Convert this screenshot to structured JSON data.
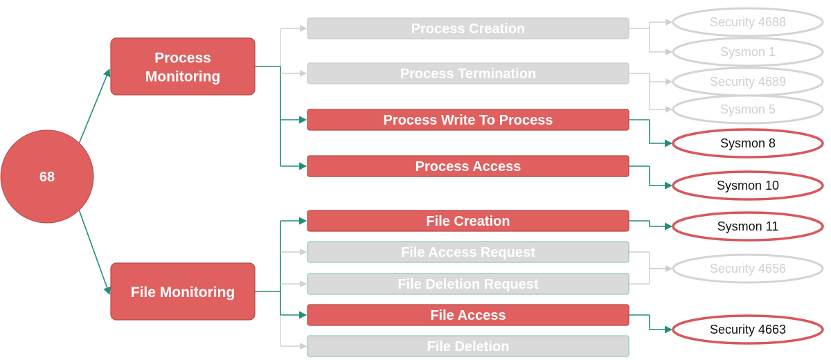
{
  "root": {
    "label": "68"
  },
  "categories": [
    {
      "id": "process",
      "label_lines": [
        "Process",
        "Monitoring"
      ],
      "active": true
    },
    {
      "id": "file",
      "label_lines": [
        "File Monitoring"
      ],
      "active": true
    }
  ],
  "events": [
    {
      "label": "Process Creation",
      "category": "process",
      "active": false
    },
    {
      "label": "Process Termination",
      "category": "process",
      "active": false
    },
    {
      "label": "Process Write To Process",
      "category": "process",
      "active": true
    },
    {
      "label": "Process Access",
      "category": "process",
      "active": true
    },
    {
      "label": "File Creation",
      "category": "file",
      "active": true
    },
    {
      "label": "File Access Request",
      "category": "file",
      "active": false
    },
    {
      "label": "File Deletion Request",
      "category": "file",
      "active": false
    },
    {
      "label": "File Access",
      "category": "file",
      "active": true
    },
    {
      "label": "File Deletion",
      "category": "file",
      "active": false
    }
  ],
  "sources": [
    {
      "label": "Security 4688",
      "active": false
    },
    {
      "label": "Sysmon 1",
      "active": false
    },
    {
      "label": "Security 4689",
      "active": false
    },
    {
      "label": "Sysmon 5",
      "active": false
    },
    {
      "label": "Sysmon 8",
      "active": true
    },
    {
      "label": "Sysmon 10",
      "active": true
    },
    {
      "label": "Sysmon 11",
      "active": true
    },
    {
      "label": "Security 4656",
      "active": false
    },
    {
      "label": "Security 4663",
      "active": true
    }
  ],
  "links": [
    {
      "event": "Process Creation",
      "sources": [
        "Security 4688",
        "Sysmon 1"
      ]
    },
    {
      "event": "Process Termination",
      "sources": [
        "Security 4689",
        "Sysmon 5"
      ]
    },
    {
      "event": "Process Write To Process",
      "sources": [
        "Sysmon 8"
      ]
    },
    {
      "event": "Process Access",
      "sources": [
        "Sysmon 10"
      ]
    },
    {
      "event": "File Creation",
      "sources": [
        "Sysmon 11"
      ]
    },
    {
      "event": "File Access Request",
      "sources": [
        "Security 4656"
      ]
    },
    {
      "event": "File Deletion Request",
      "sources": [
        "Security 4656"
      ]
    },
    {
      "event": "File Access",
      "sources": [
        "Security 4663"
      ]
    }
  ],
  "colors": {
    "active_fill": "#e06060",
    "active_stroke": "#b74747",
    "inactive_fill": "#dadada",
    "inactive_stroke": "#cccccc",
    "event_inactive_stroke": "#8fc9bd",
    "teal_connector": "#1f8f7a",
    "grey_connector": "#cfcfcf",
    "leaf_active_stroke": "#d9575a",
    "leaf_inactive_stroke": "#d4d4d4",
    "leaf_active_text": "#111111",
    "leaf_inactive_text": "#d0d0d0"
  }
}
